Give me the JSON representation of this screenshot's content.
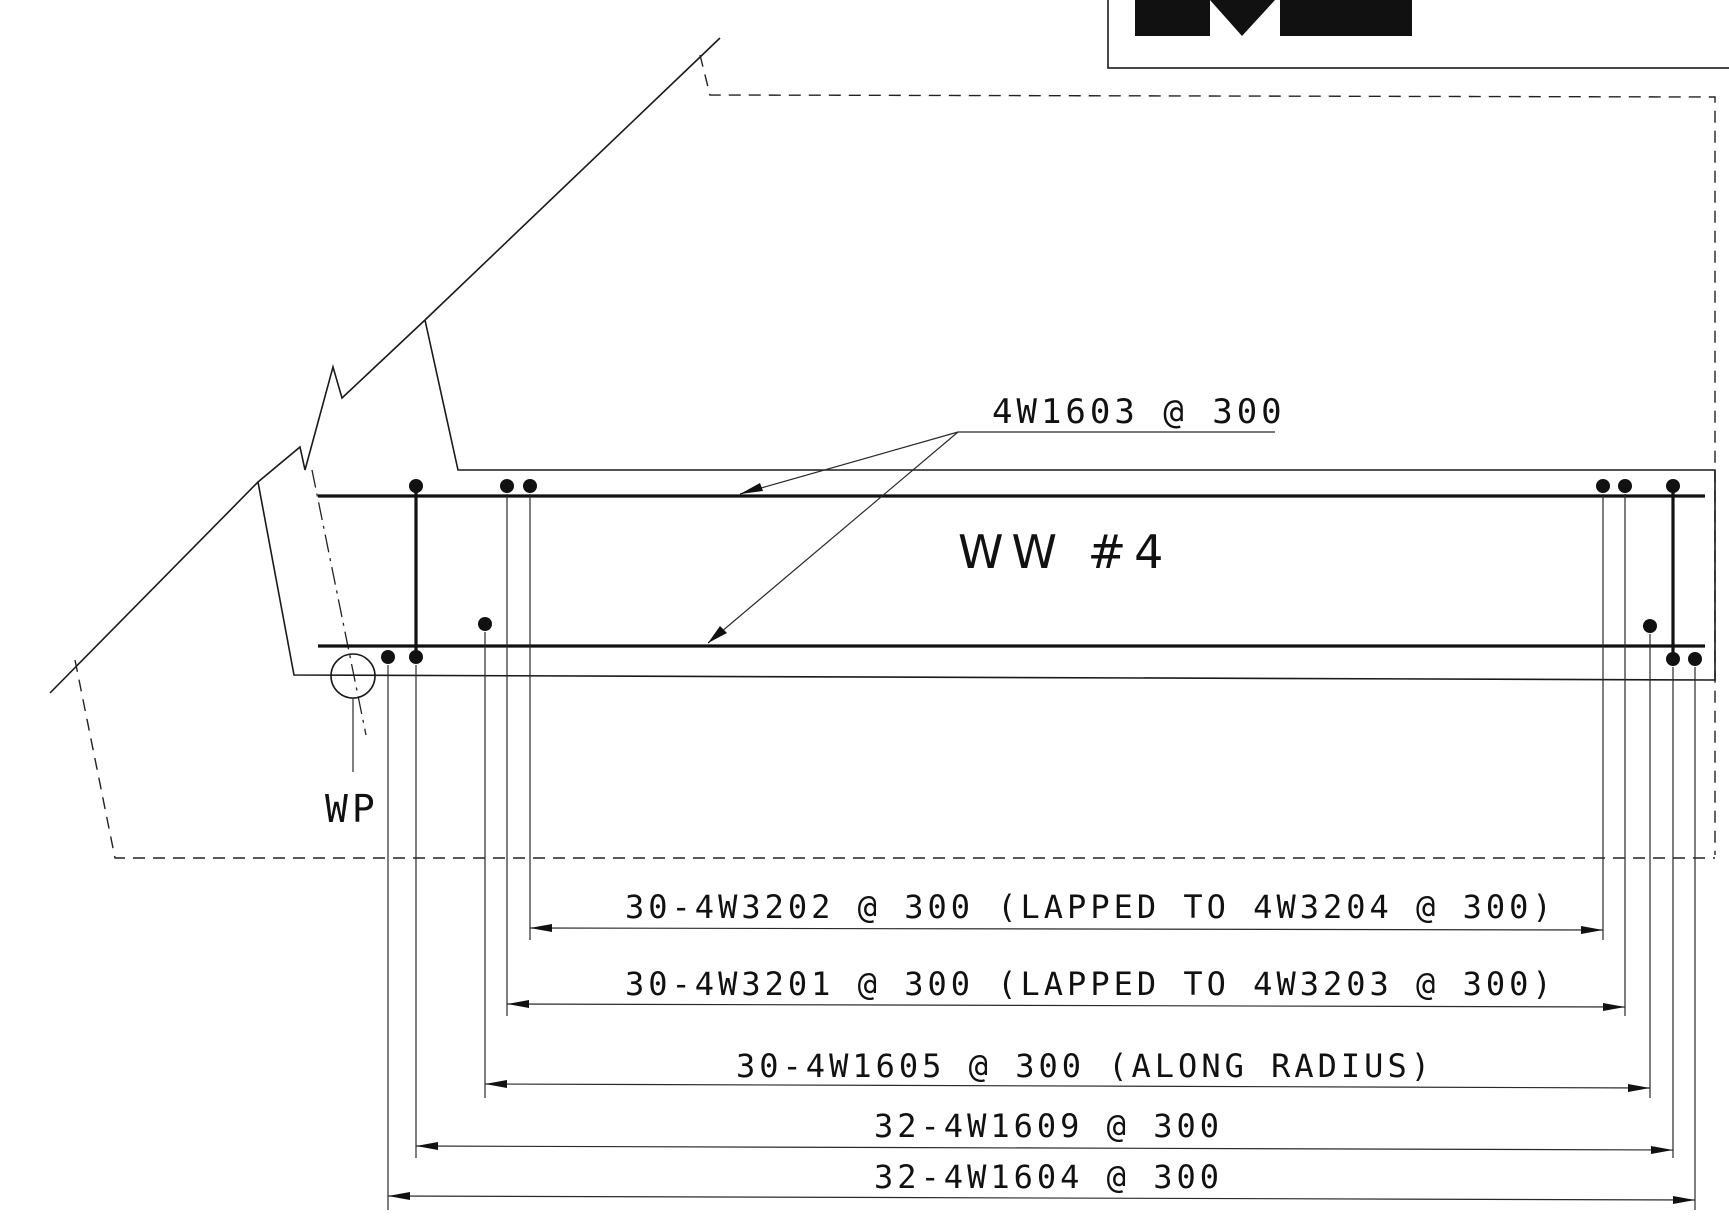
{
  "labels": {
    "top_bar_callout": "4W1603 @ 300",
    "wall_id": "WW #4",
    "work_point": "WP",
    "dim1": "30-4W3202 @ 300 (LAPPED TO 4W3204 @ 300)",
    "dim2": "30-4W3201 @ 300 (LAPPED TO 4W3203 @ 300)",
    "dim3": "30-4W1605 @ 300 (ALONG RADIUS)",
    "dim4": "32-4W1609 @ 300",
    "dim5": "32-4W1604 @ 300"
  },
  "colors": {
    "ink": "#111111",
    "paper": "#ffffff"
  }
}
